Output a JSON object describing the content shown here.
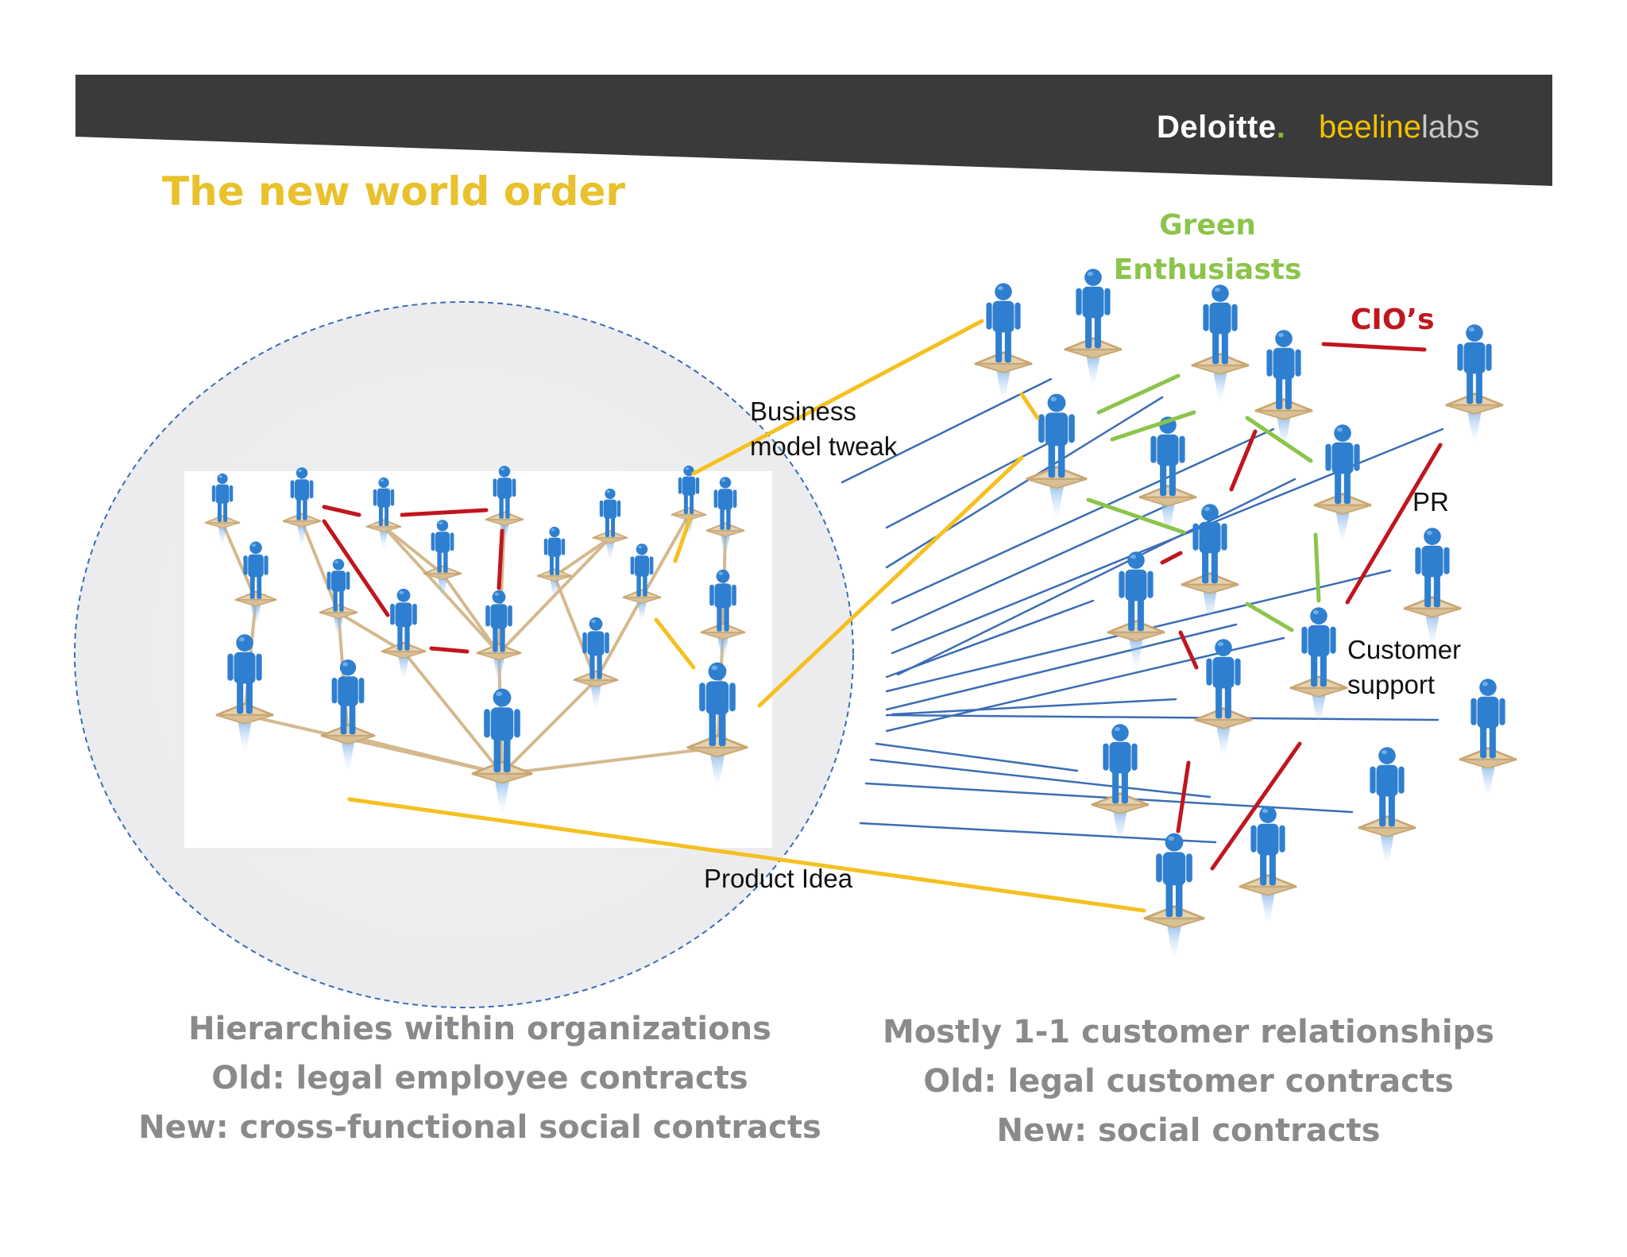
{
  "logos": {
    "deloitte": "Deloitte",
    "deloitte_dot": ".",
    "beeline": "beeline",
    "labs": "labs"
  },
  "title": "The new world order",
  "groups": {
    "green_enthusiasts": [
      "Green",
      "Enthusiasts"
    ],
    "cios": "CIO’s"
  },
  "labels": {
    "business_model_tweak": [
      "Business",
      "model tweak"
    ],
    "product_idea": "Product Idea",
    "pr": "PR",
    "customer_support": [
      "Customer",
      "support"
    ]
  },
  "captions": {
    "left": [
      "Hierarchies within organizations",
      "Old: legal employee contracts",
      "New: cross-functional social contracts"
    ],
    "right": [
      "Mostly 1-1 customer relationships",
      "Old: legal customer contracts",
      "New: social contracts"
    ]
  },
  "colors": {
    "header_band": "#3a3a3a",
    "title": "#e8c12c",
    "green_group": "#8cc44b",
    "cio_group": "#c0161f",
    "yellow_link": "#f5c020",
    "red_link": "#c0161f",
    "green_link": "#8cc44b",
    "blue_link": "#3b6db4",
    "figure_blue": "#2f7fd0",
    "caption_gray": "#8a8a8a"
  },
  "icons": [
    "person-figure-icon"
  ]
}
